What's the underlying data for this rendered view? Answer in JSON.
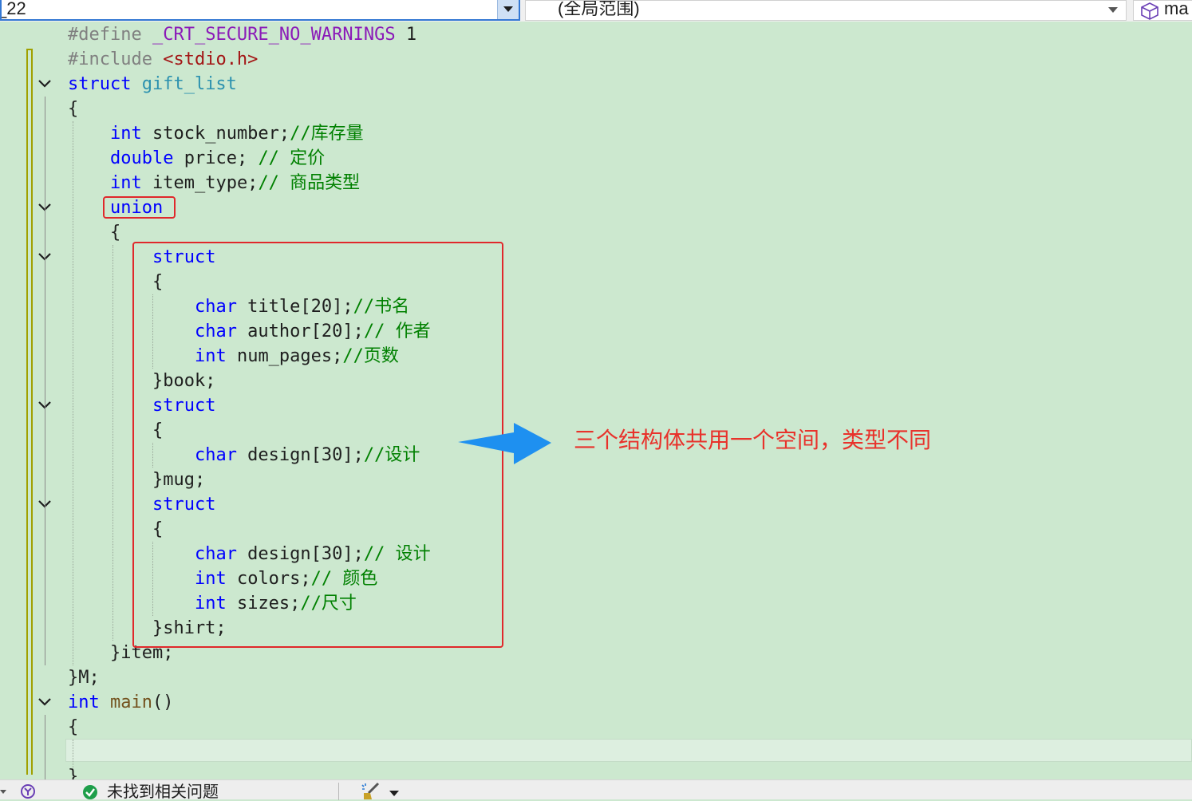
{
  "toolbar": {
    "project_dropdown": "_22",
    "scope_dropdown": "(全局范围)",
    "member_dropdown": "ma"
  },
  "code_lines": [
    {
      "tokens": [
        {
          "c": "pp",
          "t": "#define "
        },
        {
          "c": "mac",
          "t": "_CRT_SECURE_NO_WARNINGS"
        },
        {
          "c": "tx",
          "t": " 1"
        }
      ]
    },
    {
      "tokens": [
        {
          "c": "pp",
          "t": "#include "
        },
        {
          "c": "inc",
          "t": "<stdio.h>"
        }
      ]
    },
    {
      "tokens": [
        {
          "c": "kw",
          "t": "struct "
        },
        {
          "c": "ty",
          "t": "gift_list"
        }
      ]
    },
    {
      "tokens": [
        {
          "c": "tx",
          "t": "{"
        }
      ]
    },
    {
      "tokens": [
        {
          "c": "tx",
          "t": "    "
        },
        {
          "c": "kw",
          "t": "int"
        },
        {
          "c": "tx",
          "t": " stock_number;"
        },
        {
          "c": "cm",
          "t": "//库存量"
        }
      ]
    },
    {
      "tokens": [
        {
          "c": "tx",
          "t": "    "
        },
        {
          "c": "kw",
          "t": "double"
        },
        {
          "c": "tx",
          "t": " price; "
        },
        {
          "c": "cm",
          "t": "// 定价"
        }
      ]
    },
    {
      "tokens": [
        {
          "c": "tx",
          "t": "    "
        },
        {
          "c": "kw",
          "t": "int"
        },
        {
          "c": "tx",
          "t": " item_type;"
        },
        {
          "c": "cm",
          "t": "// 商品类型"
        }
      ]
    },
    {
      "tokens": [
        {
          "c": "tx",
          "t": "    "
        },
        {
          "c": "kw",
          "t": "union"
        }
      ]
    },
    {
      "tokens": [
        {
          "c": "tx",
          "t": "    {"
        }
      ]
    },
    {
      "tokens": [
        {
          "c": "tx",
          "t": "        "
        },
        {
          "c": "kw",
          "t": "struct"
        }
      ]
    },
    {
      "tokens": [
        {
          "c": "tx",
          "t": "        {"
        }
      ]
    },
    {
      "tokens": [
        {
          "c": "tx",
          "t": "            "
        },
        {
          "c": "kw",
          "t": "char"
        },
        {
          "c": "tx",
          "t": " title[20];"
        },
        {
          "c": "cm",
          "t": "//书名"
        }
      ]
    },
    {
      "tokens": [
        {
          "c": "tx",
          "t": "            "
        },
        {
          "c": "kw",
          "t": "char"
        },
        {
          "c": "tx",
          "t": " author[20];"
        },
        {
          "c": "cm",
          "t": "// 作者"
        }
      ]
    },
    {
      "tokens": [
        {
          "c": "tx",
          "t": "            "
        },
        {
          "c": "kw",
          "t": "int"
        },
        {
          "c": "tx",
          "t": " num_pages;"
        },
        {
          "c": "cm",
          "t": "//页数"
        }
      ]
    },
    {
      "tokens": [
        {
          "c": "tx",
          "t": "        }book;"
        }
      ]
    },
    {
      "tokens": [
        {
          "c": "tx",
          "t": "        "
        },
        {
          "c": "kw",
          "t": "struct"
        }
      ]
    },
    {
      "tokens": [
        {
          "c": "tx",
          "t": "        {"
        }
      ]
    },
    {
      "tokens": [
        {
          "c": "tx",
          "t": "            "
        },
        {
          "c": "kw",
          "t": "char"
        },
        {
          "c": "tx",
          "t": " design[30];"
        },
        {
          "c": "cm",
          "t": "//设计"
        }
      ]
    },
    {
      "tokens": [
        {
          "c": "tx",
          "t": "        }mug;"
        }
      ]
    },
    {
      "tokens": [
        {
          "c": "tx",
          "t": "        "
        },
        {
          "c": "kw",
          "t": "struct"
        }
      ]
    },
    {
      "tokens": [
        {
          "c": "tx",
          "t": "        {"
        }
      ]
    },
    {
      "tokens": [
        {
          "c": "tx",
          "t": "            "
        },
        {
          "c": "kw",
          "t": "char"
        },
        {
          "c": "tx",
          "t": " design[30];"
        },
        {
          "c": "cm",
          "t": "// 设计"
        }
      ]
    },
    {
      "tokens": [
        {
          "c": "tx",
          "t": "            "
        },
        {
          "c": "kw",
          "t": "int"
        },
        {
          "c": "tx",
          "t": " colors;"
        },
        {
          "c": "cm",
          "t": "// 颜色"
        }
      ]
    },
    {
      "tokens": [
        {
          "c": "tx",
          "t": "            "
        },
        {
          "c": "kw",
          "t": "int"
        },
        {
          "c": "tx",
          "t": " sizes;"
        },
        {
          "c": "cm",
          "t": "//尺寸"
        }
      ]
    },
    {
      "tokens": [
        {
          "c": "tx",
          "t": "        }shirt;"
        }
      ]
    },
    {
      "tokens": [
        {
          "c": "tx",
          "t": "    }item;"
        }
      ]
    },
    {
      "tokens": [
        {
          "c": "tx",
          "t": "}M;"
        }
      ]
    },
    {
      "tokens": [
        {
          "c": "kw",
          "t": "int"
        },
        {
          "c": "tx",
          "t": " "
        },
        {
          "c": "fn",
          "t": "main"
        },
        {
          "c": "tx",
          "t": "()"
        }
      ]
    },
    {
      "tokens": [
        {
          "c": "tx",
          "t": "{"
        }
      ]
    },
    {
      "tokens": [
        {
          "c": "tx",
          "t": ""
        }
      ]
    },
    {
      "tokens": [
        {
          "c": "tx",
          "t": "}"
        }
      ]
    }
  ],
  "annotation": {
    "text": "三个结构体共用一个空间，类型不同",
    "color": "#e8322b",
    "arrow_color": "#1e90f0"
  },
  "status": {
    "issues_text": "未找到相关问题",
    "ok_icon": "check-circle-icon",
    "cleanup_icon": "brush-icon"
  },
  "theme": {
    "editor_background": "#cce8cf",
    "keyword": "#0000ff",
    "comment": "#008000",
    "type": "#2b91af",
    "macro": "#8b1ab8"
  }
}
